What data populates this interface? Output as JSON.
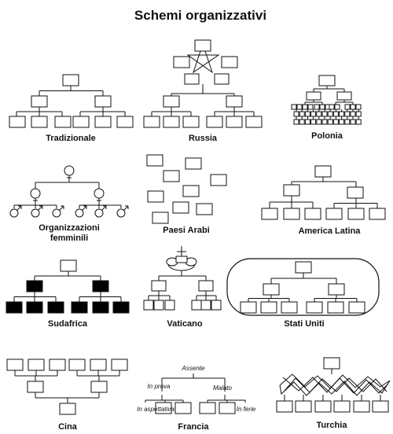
{
  "title": "Schemi organizzativi",
  "panels": {
    "tradizionale": "Tradizionale",
    "russia": "Russia",
    "polonia": "Polonia",
    "organizzazioni_l1": "Organizzazioni",
    "organizzazioni_l2": "femminili",
    "paesi_arabi": "Paesi Arabi",
    "america_latina": "America Latina",
    "sudafrica": "Sudafrica",
    "vaticano": "Vaticano",
    "stati_uniti": "Stati Uniti",
    "cina": "Cina",
    "francia": "Francia",
    "turchia": "Turchia"
  },
  "francia_annotations": {
    "assente": "Assente",
    "in_prova": "In prova",
    "malato": "Malato",
    "in_aspettativa": "In aspettativa",
    "in_ferie": "In ferie"
  },
  "colors": {
    "ink": "#111111",
    "box_fill": "#ffffff",
    "filled_box": "#000000"
  }
}
